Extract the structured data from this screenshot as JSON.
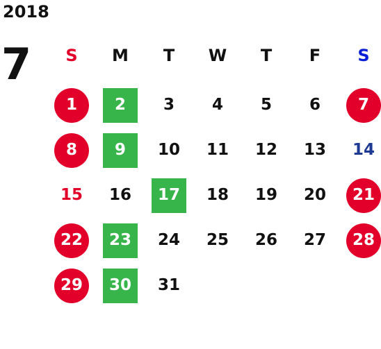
{
  "calendar": {
    "year": "2018",
    "month": "7",
    "weekday_headers": [
      {
        "label": "S",
        "color": "#e2002a"
      },
      {
        "label": "M",
        "color": "#111111"
      },
      {
        "label": "T",
        "color": "#111111"
      },
      {
        "label": "W",
        "color": "#111111"
      },
      {
        "label": "T",
        "color": "#111111"
      },
      {
        "label": "F",
        "color": "#111111"
      },
      {
        "label": "S",
        "color": "#0a1fd6"
      }
    ],
    "weeks": [
      [
        {
          "day": "1",
          "style": "circle"
        },
        {
          "day": "2",
          "style": "square"
        },
        {
          "day": "3",
          "style": "plain"
        },
        {
          "day": "4",
          "style": "plain"
        },
        {
          "day": "5",
          "style": "plain"
        },
        {
          "day": "6",
          "style": "plain"
        },
        {
          "day": "7",
          "style": "circle"
        }
      ],
      [
        {
          "day": "8",
          "style": "circle"
        },
        {
          "day": "9",
          "style": "square"
        },
        {
          "day": "10",
          "style": "plain"
        },
        {
          "day": "11",
          "style": "plain"
        },
        {
          "day": "12",
          "style": "plain"
        },
        {
          "day": "13",
          "style": "plain"
        },
        {
          "day": "14",
          "style": "blue-text"
        }
      ],
      [
        {
          "day": "15",
          "style": "red-text"
        },
        {
          "day": "16",
          "style": "plain"
        },
        {
          "day": "17",
          "style": "square"
        },
        {
          "day": "18",
          "style": "plain"
        },
        {
          "day": "19",
          "style": "plain"
        },
        {
          "day": "20",
          "style": "plain"
        },
        {
          "day": "21",
          "style": "circle"
        }
      ],
      [
        {
          "day": "22",
          "style": "circle"
        },
        {
          "day": "23",
          "style": "square"
        },
        {
          "day": "24",
          "style": "plain"
        },
        {
          "day": "25",
          "style": "plain"
        },
        {
          "day": "26",
          "style": "plain"
        },
        {
          "day": "27",
          "style": "plain"
        },
        {
          "day": "28",
          "style": "circle"
        }
      ],
      [
        {
          "day": "29",
          "style": "circle"
        },
        {
          "day": "30",
          "style": "square"
        },
        {
          "day": "31",
          "style": "plain"
        },
        {
          "day": "",
          "style": "empty"
        },
        {
          "day": "",
          "style": "empty"
        },
        {
          "day": "",
          "style": "empty"
        },
        {
          "day": "",
          "style": "empty"
        }
      ]
    ],
    "colors": {
      "holiday_circle": "#e2002a",
      "closed_square": "#37b44a",
      "sunday_header": "#e2002a",
      "saturday_header": "#0a1fd6",
      "blue_day_text": "#1f3a93",
      "red_day_text": "#e2002a"
    }
  }
}
